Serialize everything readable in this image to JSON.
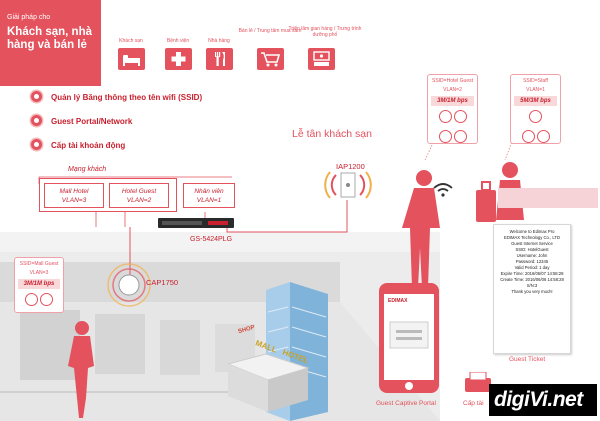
{
  "header": {
    "subtitle": "Giải pháp cho",
    "title": "Khách sạn, nhà hàng và bán lẻ"
  },
  "categories": [
    {
      "label": "Khách sạn",
      "icon": "bed-icon"
    },
    {
      "label": "Bệnh viện",
      "icon": "medical-cross-icon"
    },
    {
      "label": "Nhà hàng",
      "icon": "cutlery-icon"
    },
    {
      "label": "Bán lẻ / Trung tâm mua sắm",
      "icon": "shopping-cart-icon"
    },
    {
      "label": "Triển lãm gian hàng / Trưng trình dưỡng phố",
      "icon": "exhibition-booth-icon"
    }
  ],
  "features": [
    "Quản lý Băng thông theo  tên wifi (SSID)",
    "Guest Portal/Network",
    "Cấp tài khoản động"
  ],
  "network": {
    "guest_net_label": "Mạng khách",
    "boxes": [
      {
        "line1": "Mall Hotel",
        "line2": "VLAN=3"
      },
      {
        "line1": "Hotel Guest",
        "line2": "VLAN=2"
      },
      {
        "line1": "Nhân viên",
        "line2": "VLAN=1"
      }
    ],
    "switch_label": "GS-5424PLG",
    "cap_label": "CAP1750",
    "iap_label": "IAP1200",
    "reception_label": "Lễ tân khách sạn"
  },
  "cards": {
    "mall_guest": {
      "line1": "SSID=Mall Guest",
      "line2": "VLAN=3",
      "bw": "3M/1M bps"
    },
    "hotel_guest": {
      "line1": "SSID=Hotel Guest",
      "line2": "VLAN=2",
      "bw": "3M/1M bps"
    },
    "staff": {
      "line1": "SSID=Staff",
      "line2": "VLAN=1",
      "bw": "5M/3M bps"
    }
  },
  "buildings": {
    "hotel_sign": "HOTEL",
    "mall_sign": "MALL",
    "shop_sign": "SHOP"
  },
  "phone": {
    "brand": "EDIMAX"
  },
  "ticket": {
    "lines": [
      "Welcome to Edimax Pro",
      "EDIMAX Technology Co., LTD",
      "",
      "Guest Internet Service",
      "",
      "SSID: HotelGuest",
      "Username: John",
      "Password: 12345",
      "Valid Period: 1 day",
      "Expire Time: 2016/06/07 14:58:28",
      "",
      "Create Time: 2016/06/06 14:58:28",
      "S/N:3",
      "",
      "Thank you very much!"
    ]
  },
  "bottom_labels": {
    "captive": "Guest Captive Portal",
    "ticket": "Guest Ticket",
    "printer": "Cấp tài"
  },
  "logo": {
    "text": "digiVi.net"
  },
  "colors": {
    "brand": "#e3525d",
    "dark_red": "#c8202e",
    "pink": "#f9d8da"
  }
}
